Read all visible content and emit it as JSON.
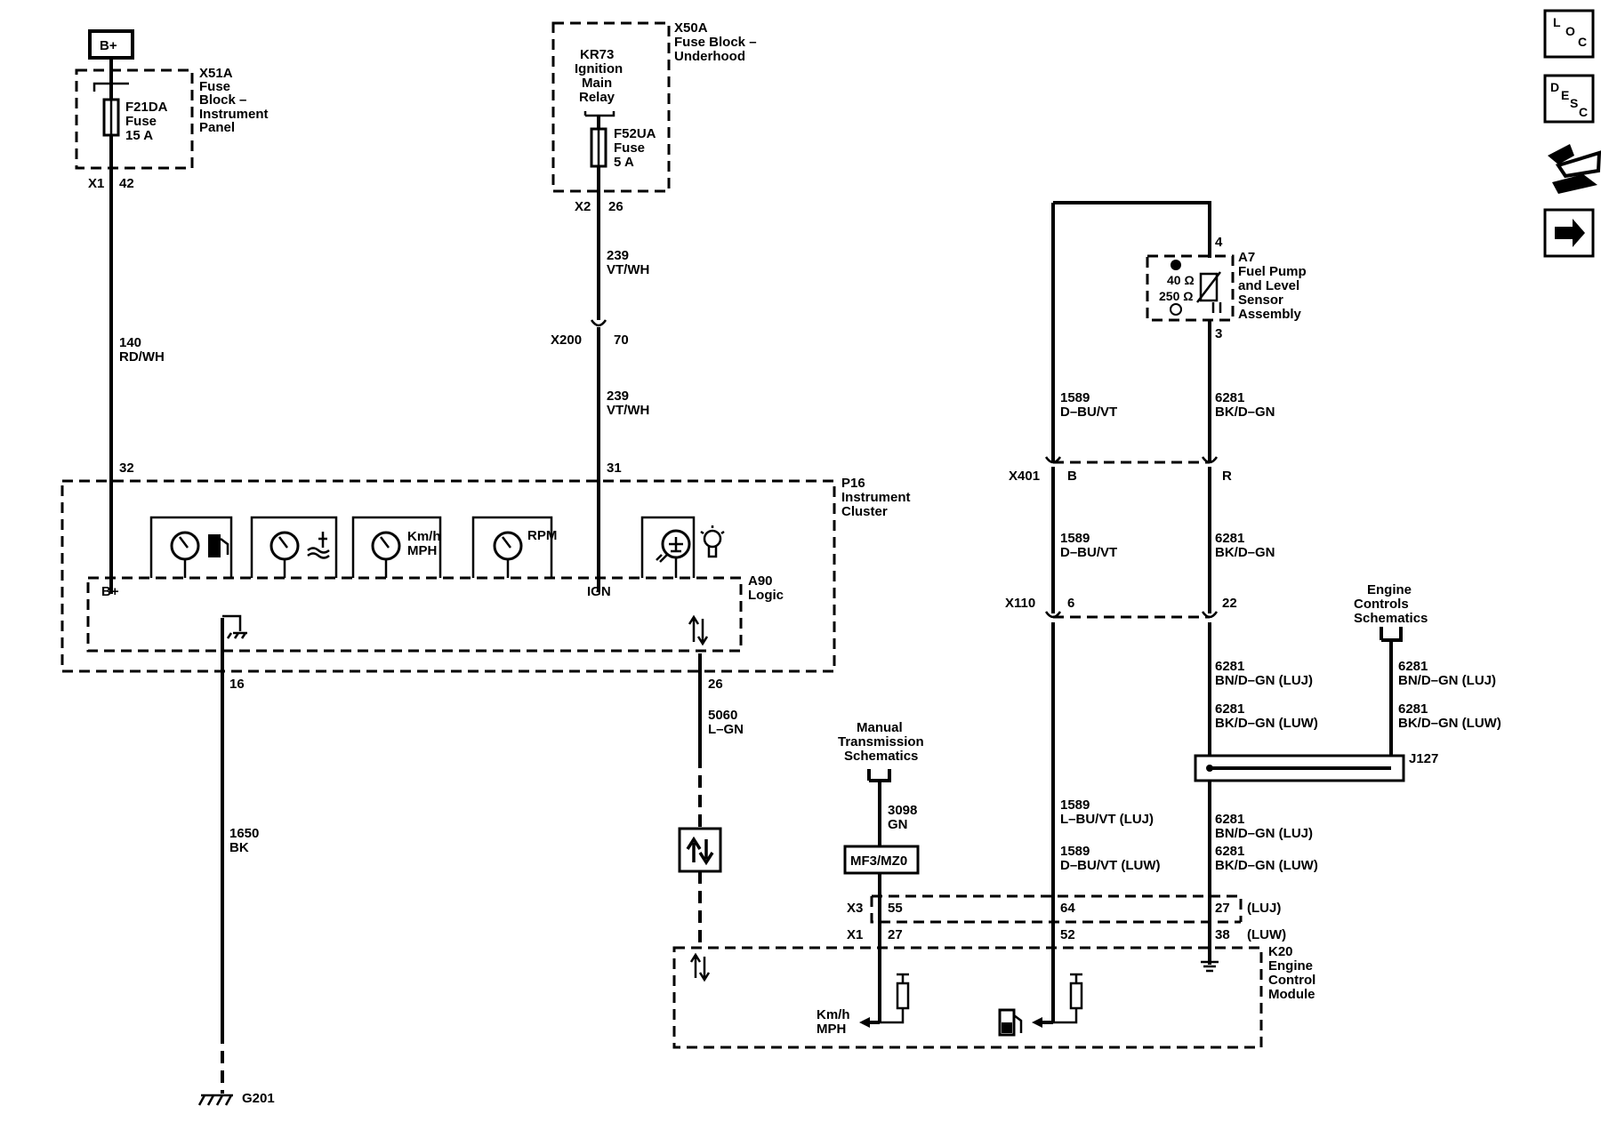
{
  "nav": {
    "loc": [
      "L",
      "O",
      "C"
    ],
    "desc": [
      "D",
      "E",
      "S",
      "C"
    ]
  },
  "power": {
    "bplus": "B+"
  },
  "x51a": {
    "name": [
      "X51A",
      "Fuse",
      "Block –",
      "Instrument",
      "Panel"
    ],
    "fuse": [
      "F21DA",
      "Fuse",
      "15 A"
    ],
    "conn": "X1",
    "pin": "42"
  },
  "x50a": {
    "name": [
      "X50A",
      "Fuse Block –",
      "Underhood"
    ],
    "relay": [
      "KR73",
      "Ignition",
      "Main",
      "Relay"
    ],
    "fuse": [
      "F52UA",
      "Fuse",
      "5 A"
    ],
    "conn": "X2",
    "pin": "26"
  },
  "wires": {
    "w140": [
      "140",
      "RD/WH"
    ],
    "w239a": [
      "239",
      "VT/WH"
    ],
    "w239b": [
      "239",
      "VT/WH"
    ],
    "w5060": [
      "5060",
      "L–GN"
    ],
    "w1650": [
      "1650",
      "BK"
    ],
    "w1589a": [
      "1589",
      "D–BU/VT"
    ],
    "w1589b": [
      "1589",
      "D–BU/VT"
    ],
    "w6281a": [
      "6281",
      "BK/D–GN"
    ],
    "w6281b": [
      "6281",
      "BK/D–GN"
    ],
    "w6281c": [
      "6281",
      "BN/D–GN (LUJ)"
    ],
    "w6281d": [
      "6281",
      "BK/D–GN (LUW)"
    ],
    "w6281e": [
      "6281",
      "BN/D–GN (LUJ)"
    ],
    "w6281f": [
      "6281",
      "BK/D–GN (LUW)"
    ],
    "w6281g": [
      "6281",
      "BN/D–GN (LUJ)"
    ],
    "w6281h": [
      "6281",
      "BK/D–GN (LUW)"
    ],
    "w1589c": [
      "1589",
      "L–BU/VT (LUJ)"
    ],
    "w1589d": [
      "1589",
      "D–BU/VT (LUW)"
    ],
    "w3098": [
      "3098",
      "GN"
    ]
  },
  "x200": {
    "conn": "X200",
    "pin": "70"
  },
  "p16": {
    "name": [
      "P16",
      "Instrument",
      "Cluster"
    ],
    "pin_b": "32",
    "pin_ign": "31",
    "speed_units": [
      "Km/h",
      "MPH"
    ],
    "rpm": "RPM"
  },
  "a90": {
    "name": [
      "A90",
      "Logic"
    ],
    "bplus": "B+",
    "ign": "IGN",
    "pin_gnd": "16",
    "pin_data": "26"
  },
  "ground": {
    "name": "G201"
  },
  "a7": {
    "name": [
      "A7",
      "Fuel Pump",
      "and Level",
      "Sensor",
      "Assembly"
    ],
    "r1": "40 Ω",
    "r2": "250 Ω",
    "pin_top": "4",
    "pin_bot": "3"
  },
  "x401": {
    "conn": "X401",
    "pin_b": "B",
    "pin_r": "R"
  },
  "x110": {
    "conn": "X110",
    "pin_6": "6",
    "pin_22": "22"
  },
  "ecs": {
    "name": [
      "Engine",
      "Controls",
      "Schematics"
    ]
  },
  "j127": {
    "name": "J127"
  },
  "mts": {
    "name": [
      "Manual",
      "Transmission",
      "Schematics"
    ]
  },
  "opt": {
    "name": "MF3/MZ0"
  },
  "x3": {
    "conn": "X3",
    "p1": "55",
    "p2": "64",
    "p3": "27",
    "note": "(LUJ)"
  },
  "x1": {
    "conn": "X1",
    "p1": "27",
    "p2": "52",
    "p3": "38",
    "note": "(LUW)"
  },
  "k20": {
    "name": [
      "K20",
      "Engine",
      "Control",
      "Module"
    ],
    "speed_units": [
      "Km/h",
      "MPH"
    ]
  }
}
